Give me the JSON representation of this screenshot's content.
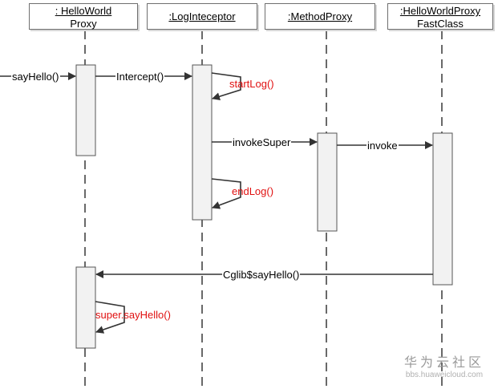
{
  "participants": [
    {
      "line1": ":  HelloWorld",
      "line2": "Proxy"
    },
    {
      "line1": ":LogInteceptor",
      "line2": ""
    },
    {
      "line1": ":MethodProxy",
      "line2": ""
    },
    {
      "line1": ":HelloWorldProxy",
      "line2": "FastClass"
    }
  ],
  "messages": {
    "say_hello": "sayHello()",
    "intercept": "Intercept()",
    "start_log": "startLog()",
    "invoke_super": "invokeSuper",
    "invoke": "invoke",
    "end_log": "endLog()",
    "cglib_say_hello": "Cglib$sayHello()",
    "super_say_hello": "super.sayHello()"
  },
  "colors": {
    "self_call_text": "#e01010",
    "line": "#333333",
    "activation_fill": "#f2f2f2"
  },
  "watermark": {
    "brand": "华为云社区",
    "url": "bbs.huaweicloud.com"
  }
}
